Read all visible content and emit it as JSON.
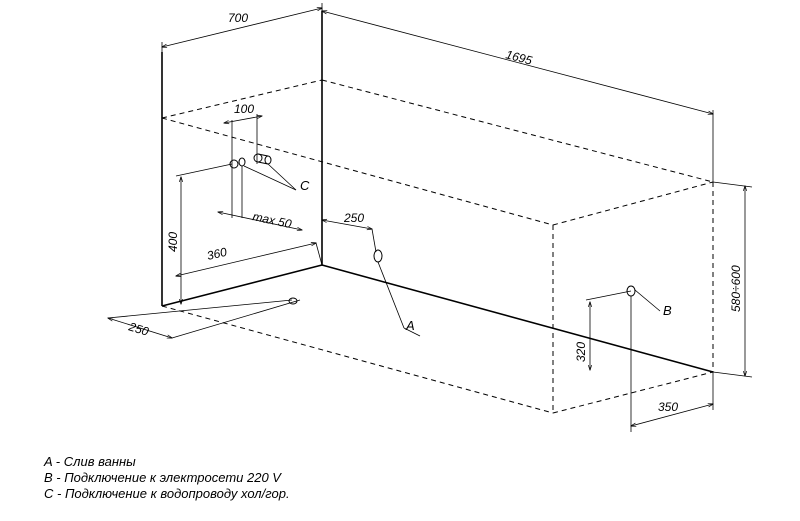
{
  "dimensions": {
    "width": "700",
    "length": "1695",
    "outlet_spacing": "100",
    "max": "max 50",
    "drain_offset": "250",
    "height_400": "400",
    "depth_360": "360",
    "front_250": "250",
    "height_range": "580÷600",
    "power_height": "320",
    "power_offset": "350"
  },
  "labels": {
    "a": "A",
    "b": "B",
    "c": "C"
  },
  "legend": [
    "A - Слив ванны",
    "B - Подключение к электросети 220 V",
    "C - Подключение к водопроводу хол/гор."
  ]
}
